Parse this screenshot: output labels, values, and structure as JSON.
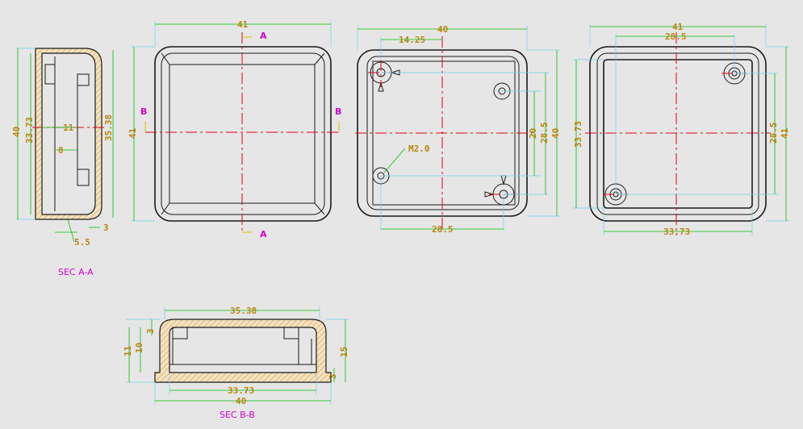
{
  "drawing": {
    "sections": {
      "a_a": "SEC A-A",
      "b_b": "SEC B-B"
    },
    "markers": {
      "a": "A",
      "b": "B"
    },
    "dims": {
      "w41": "41",
      "w40": "40",
      "d1425": "14.25",
      "d285": "28.5",
      "d3373": "33.73",
      "d3538": "35.38",
      "h11": "11",
      "h10": "10",
      "h3": "3",
      "h15": "15",
      "d8": "8",
      "d55": "5.5",
      "d20": "20",
      "m20": "M2.0"
    }
  }
}
